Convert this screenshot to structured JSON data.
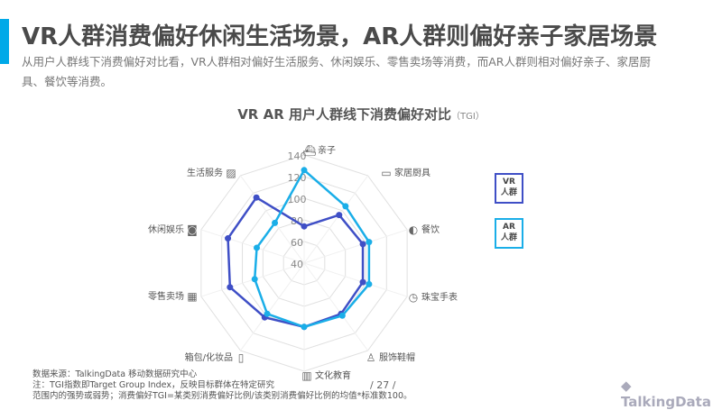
{
  "header": {
    "title": "VR人群消费偏好休闲生活场景，AR人群则偏好亲子家居场景",
    "subtitle": "从用户人群线下消费偏好对比看，VR人群相对偏好生活服务、休闲娱乐、零售卖场等消费，而AR人群则相对偏好亲子、家居厨具、餐饮等消费。",
    "accent_color": "#00a9e8"
  },
  "chart_data": {
    "type": "radar",
    "title": "VR  AR  用户人群线下消费偏好对比",
    "title_unit": "（TGI）",
    "categories": [
      "亲子",
      "家居厨具",
      "餐饮",
      "珠宝手表",
      "服饰鞋帽",
      "文化教育",
      "箱包/化妆品",
      "零售卖场",
      "休闲娱乐",
      "生活服务"
    ],
    "icons": [
      "stroller-icon",
      "sofa-icon",
      "bread-icon",
      "clock-icon",
      "clothes-icon",
      "book-icon",
      "lipstick-icon",
      "store-icon",
      "drum-icon",
      "service-icon"
    ],
    "rlim": [
      40,
      140
    ],
    "ticks": [
      "40",
      "60",
      "80",
      "100",
      "120",
      "140"
    ],
    "grid": true,
    "legend_placement": "right",
    "series": [
      {
        "name": "VR\n人群",
        "label_line1": "VR",
        "label_line2": "人群",
        "color": "#3f4fc6",
        "values": [
          74,
          95,
          97,
          97,
          98,
          99,
          102,
          112,
          114,
          115
        ]
      },
      {
        "name": "AR\n人群",
        "label_line1": "AR",
        "label_line2": "人群",
        "color": "#1aaee8",
        "values": [
          126,
          105,
          103,
          103,
          100,
          99,
          98,
          88,
          86,
          86
        ]
      }
    ]
  },
  "footer": {
    "source": "数据来源：TalkingData 移动数据研究中心",
    "note1": "注：TGI指数即Target Group Index，反映目标群体在特定研究",
    "note2": "范围内的强势或弱势；消费偏好TGI=某类别消费偏好比例/该类别消费偏好比例的均值*标准数100。",
    "page": "/  27  /",
    "logo": "TalkingData"
  }
}
